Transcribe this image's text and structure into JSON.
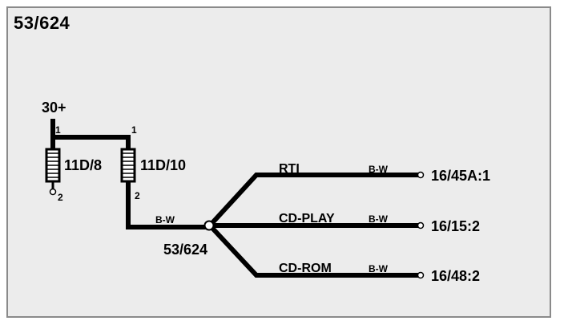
{
  "diagram": {
    "title": "53/624",
    "supply": {
      "label": "30+"
    },
    "fuses": [
      {
        "id": "11D/8",
        "pin_top": "1",
        "pin_bottom": "2"
      },
      {
        "id": "11D/10",
        "pin_top": "1",
        "pin_bottom": "2"
      }
    ],
    "splice": {
      "id": "53/624",
      "wire_color": "B-W"
    },
    "branches": [
      {
        "signal": "RTI",
        "wire_color": "B-W",
        "destination": "16/45A:1"
      },
      {
        "signal": "CD-PLAY",
        "wire_color": "B-W",
        "destination": "16/15:2"
      },
      {
        "signal": "CD-ROM",
        "wire_color": "B-W",
        "destination": "16/48:2"
      }
    ]
  }
}
